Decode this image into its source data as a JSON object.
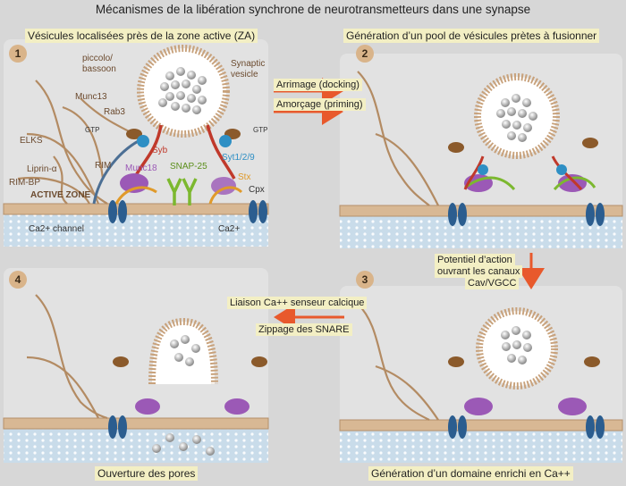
{
  "title": "Mécanismes de la libération synchrone de neurotransmetteurs dans une synapse",
  "panels": [
    {
      "number": "1",
      "caption": "Vésicules localisées près de la zone active (ZA)"
    },
    {
      "number": "2",
      "caption": "Génération d’un pool de vésicules prètes à fusionner"
    },
    {
      "number": "3",
      "caption": "Génération d’un domaine enrichi en Ca++"
    },
    {
      "number": "4",
      "caption": "Ouverture des pores"
    }
  ],
  "labels": {
    "piccolo": "piccolo/ bassoon",
    "munc13": "Munc13",
    "rab3": "Rab3",
    "synaptic_vesicle": "Synaptic vesicle",
    "elks": "ELKS",
    "liprin": "Liprin-α",
    "rim": "RIM",
    "rim_bp": "RIM-BP",
    "active_zone": "ACTIVE ZONE",
    "syb": "Syb",
    "munc18": "Munc18",
    "snap25": "SNAP-25",
    "stx": "Stx",
    "syt": "Syt1/2/9",
    "cpx": "Cpx",
    "gtp": "GTP",
    "ca_channel": "Ca2+ channel",
    "ca2": "Ca2+"
  },
  "steps": {
    "docking": "Arrimage (docking)",
    "priming": "Amorçage (priming)",
    "ap_line1": "Potentiel d’action",
    "ap_line2": "ouvrant les canaux",
    "ap_line3": "Cav/VGCC",
    "binding": "Liaison Ca++ senseur calcique",
    "zipping": "Zippage des SNARE"
  },
  "colors": {
    "membrane": "#c8a27c",
    "cleft": "#c9dcea",
    "vesicle_ring": "#b58f6a",
    "syb": "#c0392b",
    "syt": "#2e8fc4",
    "snap25": "#7cb82f",
    "munc18": "#9b59b6",
    "stx": "#e09a2a",
    "channel": "#2b5d8f",
    "arrow": "#e8592c"
  }
}
